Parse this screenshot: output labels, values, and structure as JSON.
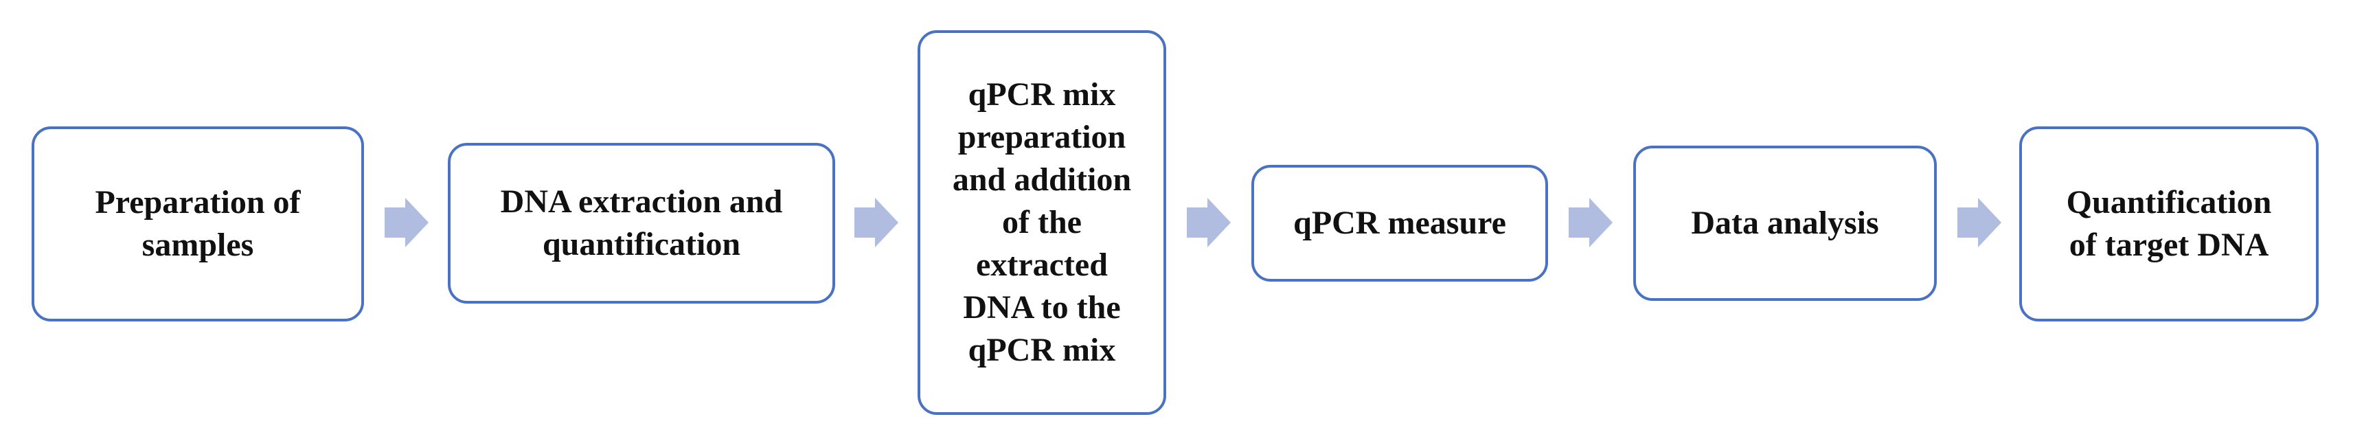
{
  "steps": [
    {
      "id": "preparation",
      "label": "Preparation of\nsamples"
    },
    {
      "id": "extraction",
      "label": "DNA extraction and\nquantification"
    },
    {
      "id": "mix",
      "label": "qPCR mix\npreparation\nand addition\nof the\nextracted\nDNA to the\nqPCR mix"
    },
    {
      "id": "measure",
      "label": "qPCR measure"
    },
    {
      "id": "analysis",
      "label": "Data analysis"
    },
    {
      "id": "quantification",
      "label": "Quantification\nof target DNA"
    }
  ],
  "colors": {
    "box_border": "#4a72c4",
    "arrow_fill": "#b1bde0",
    "text": "#111111"
  }
}
